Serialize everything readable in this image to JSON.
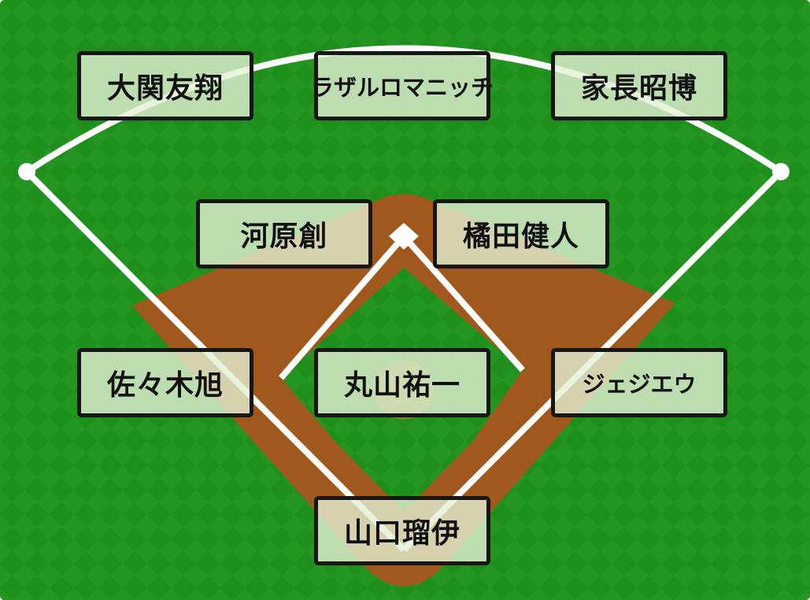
{
  "colors": {
    "grass": "#1e8f1b",
    "grass_pattern": "#2aa027",
    "dirt": "#a0581c",
    "lines": "#ffffff",
    "card_fill": "#e4f0d4",
    "card_border": "#161616",
    "text": "#111111"
  },
  "positions": {
    "left_field": "大関友翔",
    "center_field": "ラザルロマニッチ",
    "right_field": "家長昭博",
    "left_midfield": "河原創",
    "right_midfield": "橘田健人",
    "left_back": "佐々木旭",
    "center_back": "丸山祐一",
    "right_back": "ジェジエウ",
    "goalkeeper": "山口瑠伊"
  }
}
